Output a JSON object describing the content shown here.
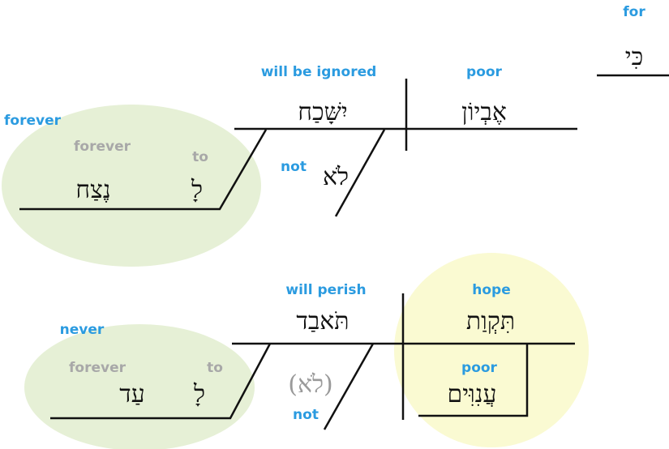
{
  "colors": {
    "label": "#2b9be0",
    "implied": "#a8a8a8",
    "green_highlight": "#e6f0d6",
    "yellow_highlight": "#fafad2"
  },
  "clause1": {
    "conjunction": {
      "hebrew": "כִּי",
      "gloss": "for"
    },
    "subject": {
      "hebrew": "אֶבְיוֹן",
      "gloss": "poor"
    },
    "verb": {
      "hebrew": "יִשָּׁכַח",
      "gloss": "will be ignored"
    },
    "negation": {
      "hebrew": "לֹא",
      "gloss": "not"
    },
    "phrase": {
      "gloss": "forever",
      "preposition": {
        "hebrew": "לָ",
        "gloss": "to"
      },
      "object": {
        "hebrew": "נֶצַח",
        "gloss": "forever"
      }
    }
  },
  "clause2": {
    "subject": {
      "hebrew": "תִּקְוַת",
      "gloss": "hope"
    },
    "genitive": {
      "hebrew": "עֲנִוִּים",
      "gloss": "poor"
    },
    "verb": {
      "hebrew": "תֹּאבַד",
      "gloss": "will perish"
    },
    "negation": {
      "hebrew": "(לֹא)",
      "gloss": "not"
    },
    "phrase": {
      "gloss": "never",
      "preposition": {
        "hebrew": "לָ",
        "gloss": "to"
      },
      "object": {
        "hebrew": "עַד",
        "gloss": "forever"
      }
    }
  }
}
